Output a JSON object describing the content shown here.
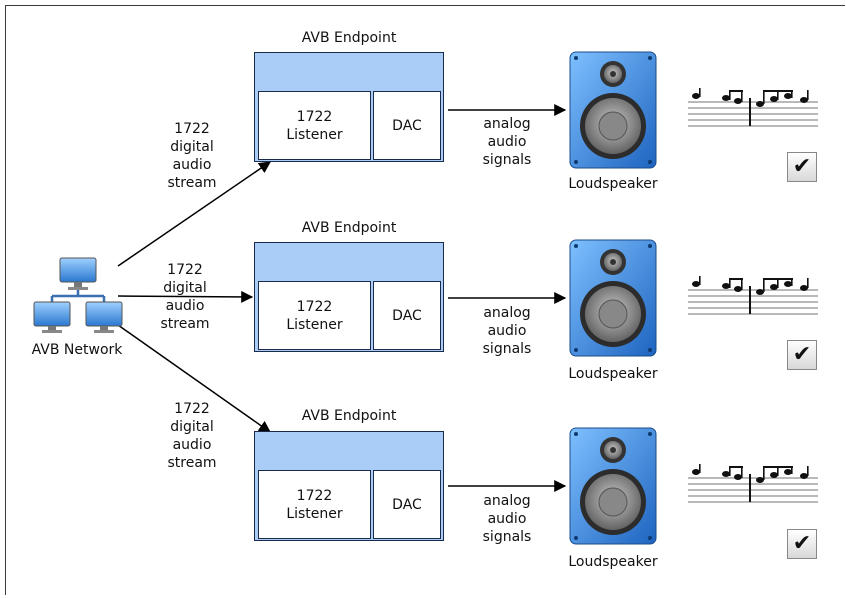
{
  "network": {
    "label": "AVB Network",
    "icon": "network-icon"
  },
  "endpoints": [
    {
      "title": "AVB Endpoint",
      "listener": "1722\nListener",
      "dac": "DAC",
      "stream_label": "1722\ndigital\naudio\nstream",
      "signal_label": "analog\naudio\nsignals",
      "speaker_label": "Loudspeaker",
      "check": "✔"
    },
    {
      "title": "AVB Endpoint",
      "listener": "1722\nListener",
      "dac": "DAC",
      "stream_label": "1722\ndigital\naudio\nstream",
      "signal_label": "analog\naudio\nsignals",
      "speaker_label": "Loudspeaker",
      "check": "✔"
    },
    {
      "title": "AVB Endpoint",
      "listener": "1722\nListener",
      "dac": "DAC",
      "stream_label": "1722\ndigital\naudio\nstream",
      "signal_label": "analog\naudio\nsignals",
      "speaker_label": "Loudspeaker",
      "check": "✔"
    }
  ],
  "colors": {
    "endpoint_fill": "#a9cdf7",
    "border": "#1b2a4a",
    "speaker_blue": "#3d8fde"
  }
}
